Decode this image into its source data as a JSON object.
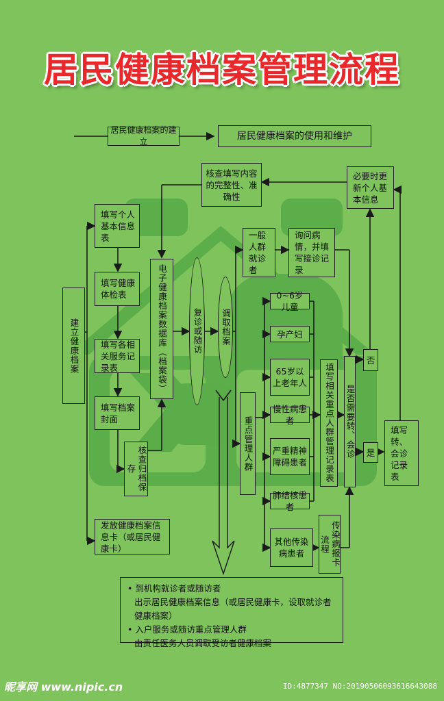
{
  "title": "居民健康档案管理流程",
  "legend": {
    "establish": "居民健康档案的建立",
    "use": "居民健康档案的使用和维护"
  },
  "nodes": {
    "establish": "建立健康档案",
    "fill_basic": "填写个人基本信息表",
    "fill_exam": "填写健康体检表",
    "fill_service": "填写各相关服务记录表",
    "fill_cover": "填写档案封面",
    "verify_archive": "核查归档保存",
    "database": "电子健康档案数据库（档案袋）",
    "check_content": "核查填写内容的完整性、准确性",
    "followup": "复诊或随访",
    "retrieve": "调取档案",
    "general": "一般人群就诊者",
    "inquire": "询问病情，并填写接诊记录",
    "update_info": "必要时更新个人基本信息",
    "key_group": "重点管理人群",
    "child": "0~6岁儿童",
    "pregnant": "孕产妇",
    "elderly": "65岁以上老年人",
    "chronic": "慢性病患者",
    "mental": "严重精神障碍患者",
    "tb": "肺结核患者",
    "infectious": "其他传染病患者",
    "fill_key": "填写相关重点人群管理记录表",
    "infect_report": "传染病报卡流程",
    "referral_q": "是否需要转、会诊",
    "no": "否",
    "yes": "是",
    "referral_rec": "填写转、会诊记录表",
    "issue_card": "发放健康档案信息卡（或居民健康卡）"
  },
  "notes": {
    "line1": "• 到机构就诊者或随访者",
    "line2": "出示居民健康档案信息（或居民健康卡，设取就诊者健康档案）",
    "line3": "• 入户服务或随访重点管理人群",
    "line4": "由责任医务人员调取受访者健康档案"
  },
  "watermark": {
    "brand": "昵享网 www.nipic.cn",
    "id": "ID:4877347 NO:20190506093616643088"
  },
  "colors": {
    "background": "#7fc35c",
    "title": "#e8282a",
    "line": "#1a1a1a",
    "house": "#55a845"
  }
}
